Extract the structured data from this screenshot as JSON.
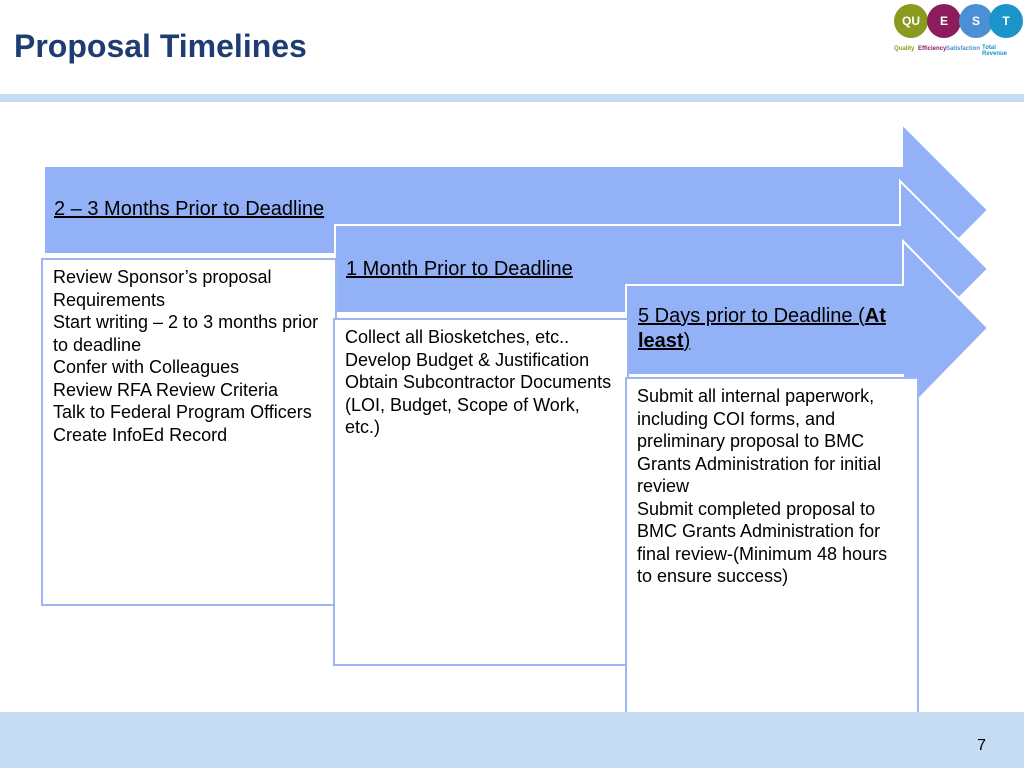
{
  "title": "Proposal Timelines",
  "logo": {
    "letters": [
      "QU",
      "E",
      "S",
      "T"
    ],
    "labels": [
      "Quality",
      "Efficiency",
      "Satisfaction",
      "Total Revenue"
    ],
    "colors": [
      "#8a9a1e",
      "#8c1d5c",
      "#4b8fd4",
      "#1b94c9"
    ]
  },
  "colors": {
    "arrow_fill": "#93b1f7",
    "box_border": "#9db6f3",
    "band": "#c6dcf5",
    "title": "#1f3c73"
  },
  "steps": [
    {
      "heading": "2 – 3 Months Prior to Deadline",
      "items": [
        "Review Sponsor’s proposal Requirements",
        "Start writing – 2 to 3 months prior to deadline",
        "Confer with Colleagues",
        "Review RFA Review Criteria",
        "Talk to Federal Program Officers",
        "Create InfoEd Record"
      ]
    },
    {
      "heading": "1 Month Prior to Deadline",
      "items": [
        "Collect all Biosketches, etc..",
        "Develop Budget & Justification",
        "Obtain Subcontractor Documents (LOI, Budget, Scope of Work, etc.)"
      ]
    },
    {
      "heading_pre": "5 Days prior to Deadline (",
      "heading_bold": "At least",
      "heading_post": ")",
      "items": [
        "Submit all internal paperwork, including COI forms, and preliminary proposal to BMC Grants Administration for initial review",
        "Submit completed proposal to BMC Grants Administration for final review-(Minimum 48 hours to ensure success)"
      ]
    }
  ],
  "page_number": "7"
}
